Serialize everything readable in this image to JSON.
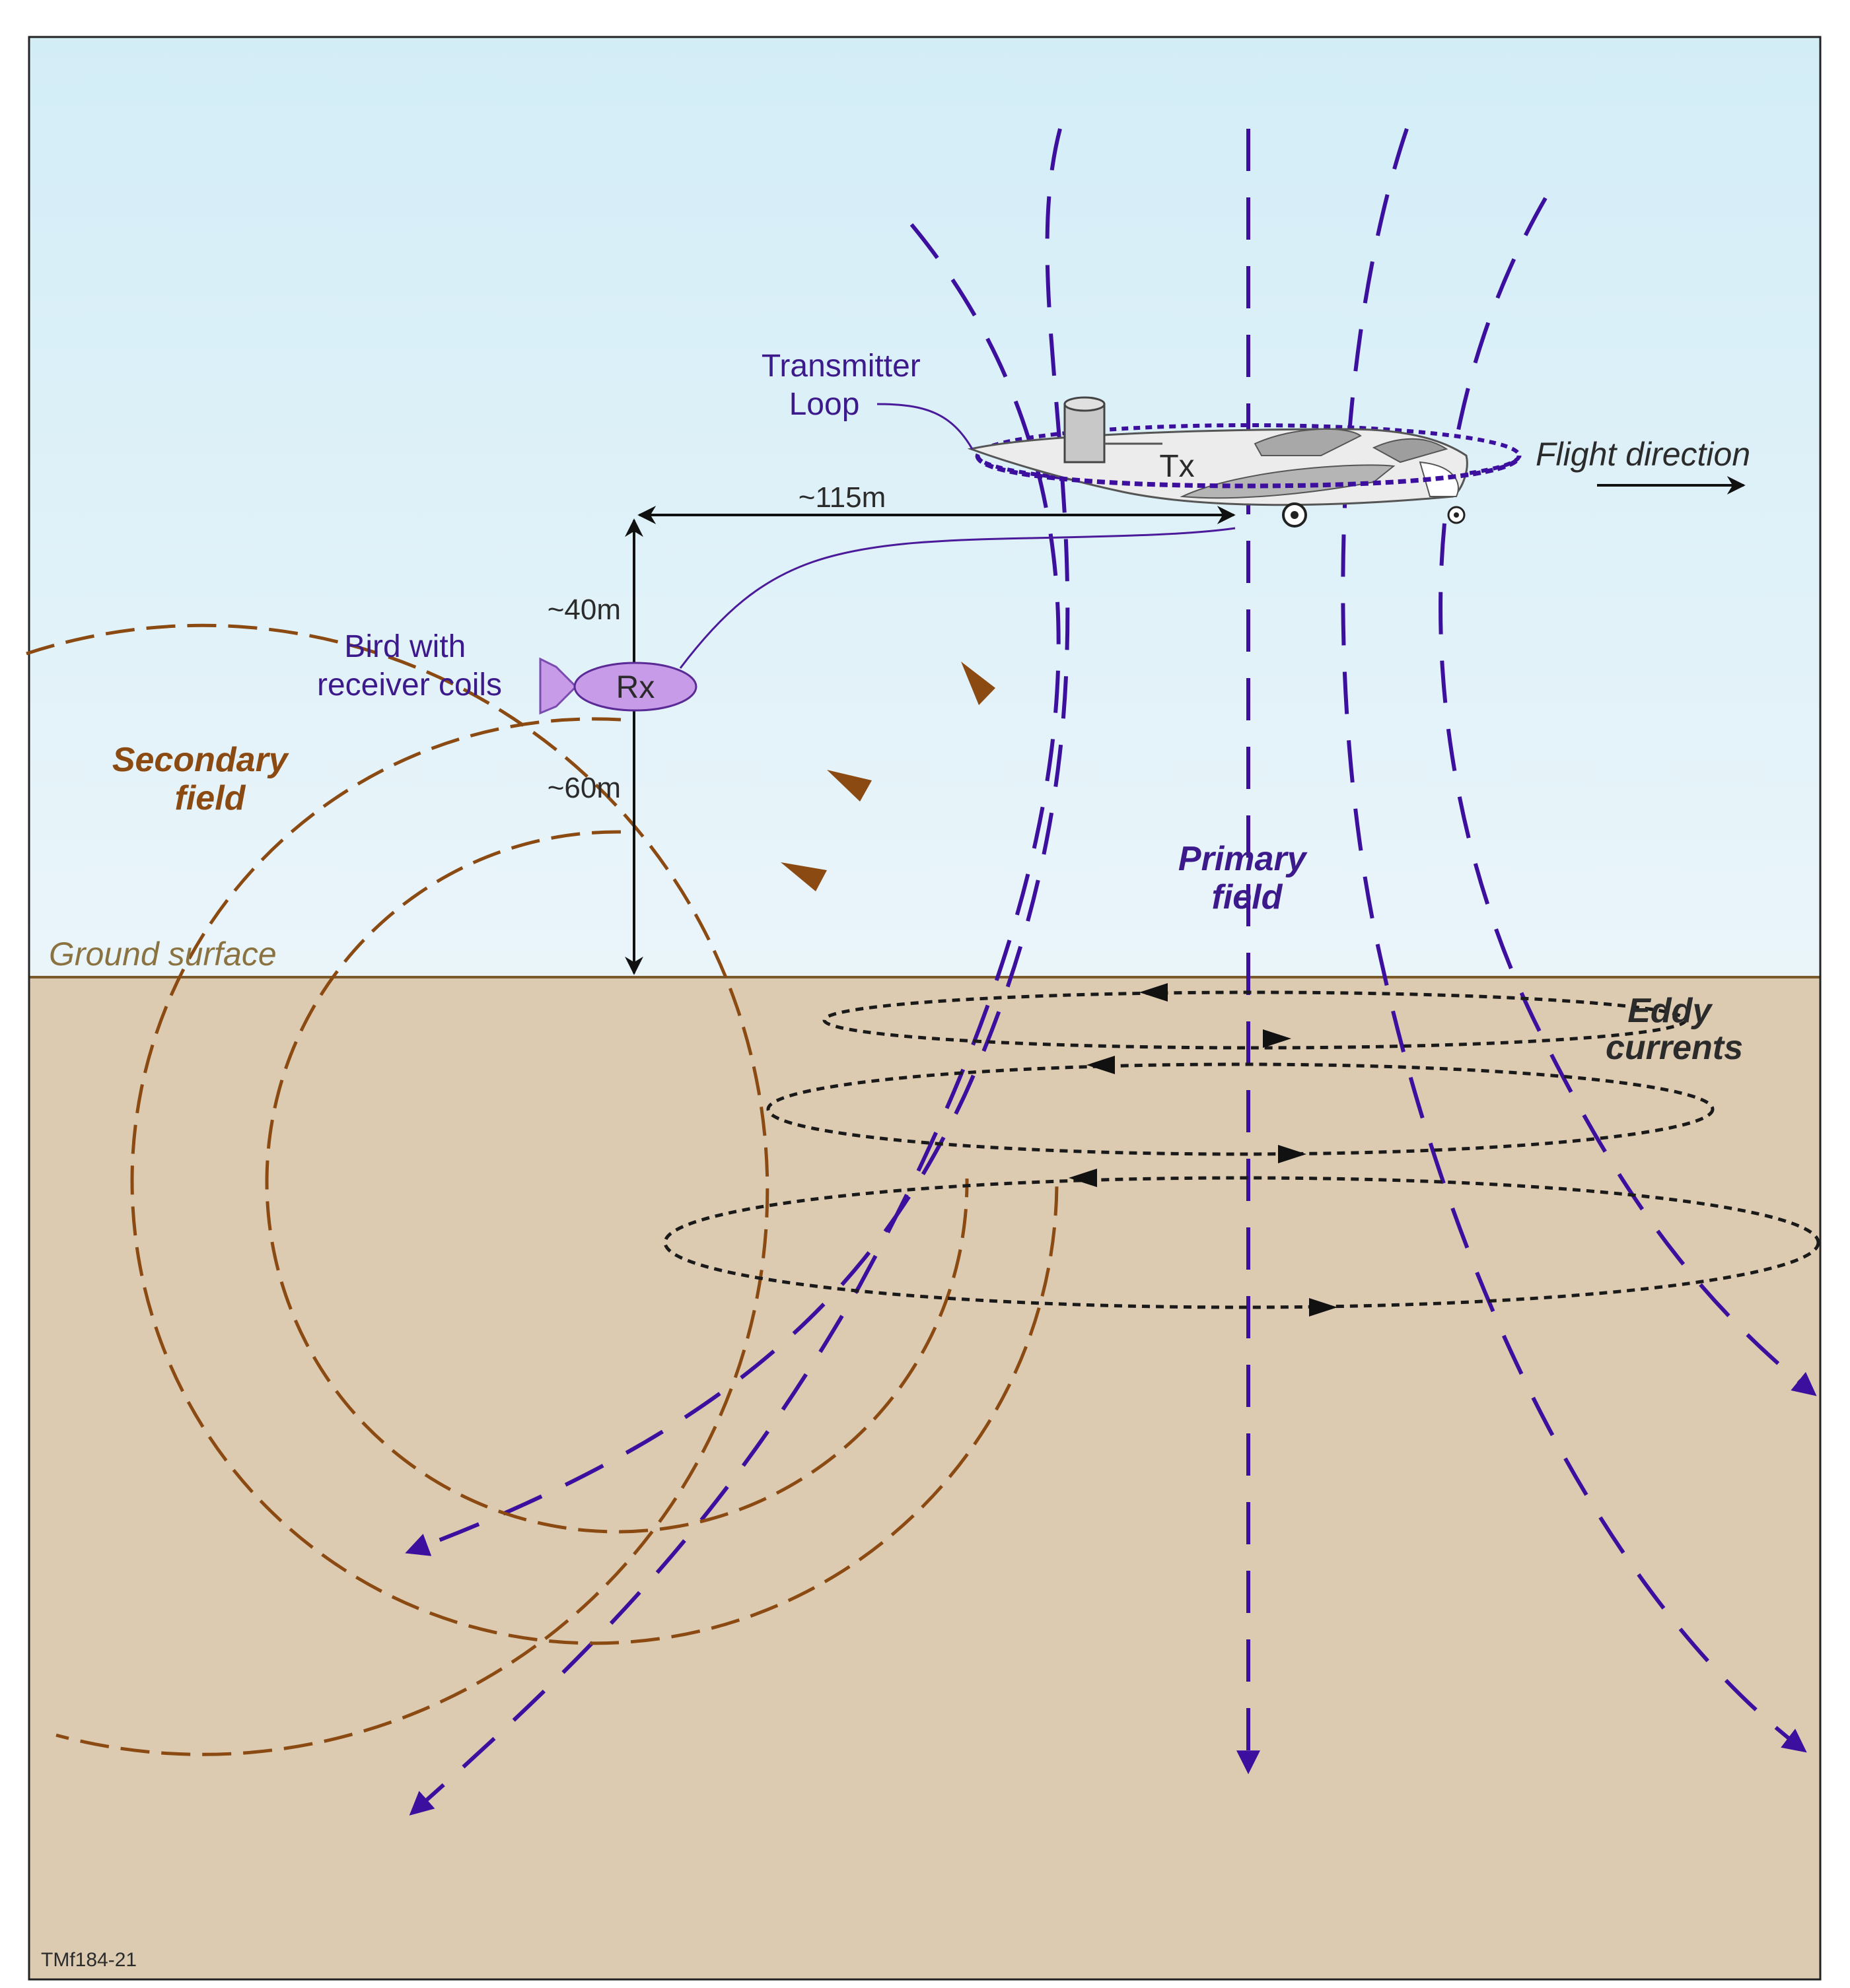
{
  "labels": {
    "transmitter_loop": [
      "Transmitter",
      "Loop"
    ],
    "flight_direction": "Flight direction",
    "tx": "Tx",
    "rx": "Rx",
    "horizontal_distance": "~115m",
    "height_bird_offset": "~40m",
    "height_bird_ground": "~60m",
    "bird": [
      "Bird with",
      "receiver coils"
    ],
    "secondary_field": [
      "Secondary",
      "field"
    ],
    "primary_field": [
      "Primary",
      "field"
    ],
    "ground_surface": "Ground surface",
    "eddy_currents": [
      "Eddy",
      "currents"
    ],
    "figure_code": "TMf184-21"
  },
  "colors": {
    "sky_top": "#d6eef7",
    "sky_bottom": "#e8f4fa",
    "ground": "#dccbb1",
    "ground_line": "#7a5a2a",
    "primary_field": "#3c0f9e",
    "secondary_field": "#8b4a12",
    "eddy": "#222222",
    "bird": "#c79be8",
    "text_purple": "#3d1a8c",
    "text_brown": "#8b4a12"
  }
}
